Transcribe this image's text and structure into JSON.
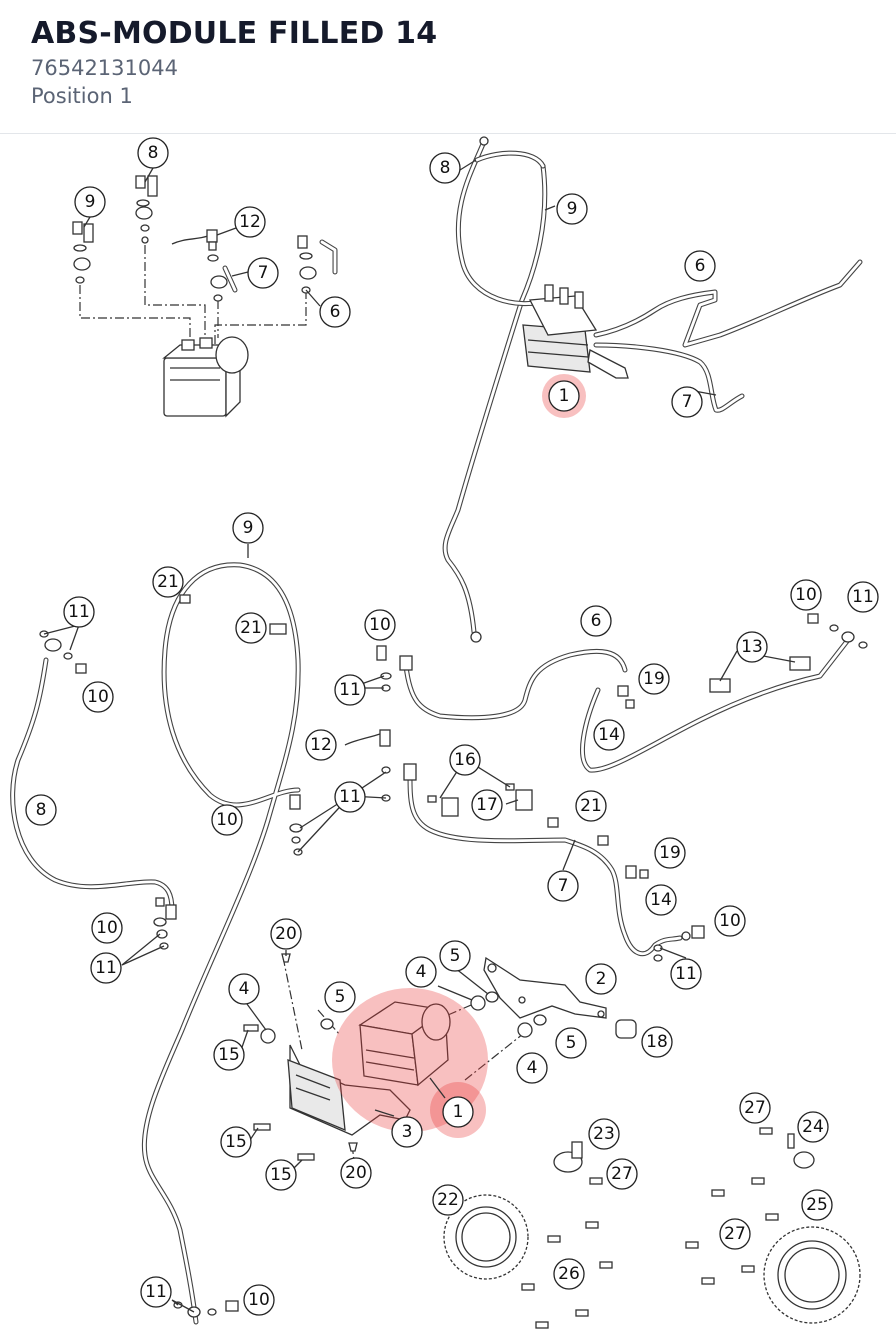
{
  "header": {
    "title": "ABS-MODULE FILLED 14",
    "part_number": "76542131044",
    "position": "Position 1"
  },
  "colors": {
    "highlight": "#e83c3c",
    "title": "#151a2b",
    "subtitle": "#5b6475",
    "line": "#333333"
  },
  "callouts": {
    "c01": "8",
    "c02": "9",
    "c03": "12",
    "c04": "7",
    "c05": "6",
    "c06": "8",
    "c07": "9",
    "c08": "6",
    "c09": "1",
    "c10": "7",
    "c11": "9",
    "c12": "21",
    "c13": "21",
    "c14": "11",
    "c15": "10",
    "c16": "10",
    "c17": "11",
    "c18": "6",
    "c19": "10",
    "c20": "11",
    "c21": "13",
    "c22": "19",
    "c23": "14",
    "c24": "12",
    "c25": "16",
    "c26": "11",
    "c27": "17",
    "c28": "8",
    "c29": "10",
    "c30": "21",
    "c31": "19",
    "c32": "7",
    "c33": "14",
    "c34": "10",
    "c35": "10",
    "c36": "11",
    "c37": "11",
    "c38": "20",
    "c39": "4",
    "c40": "5",
    "c41": "2",
    "c42": "4",
    "c43": "5",
    "c44": "15",
    "c45": "5",
    "c46": "18",
    "c47": "4",
    "c48": "1",
    "c49": "3",
    "c50": "15",
    "c51": "15",
    "c52": "20",
    "c53": "23",
    "c54": "27",
    "c55": "24",
    "c56": "27",
    "c57": "22",
    "c58": "25",
    "c59": "27",
    "c60": "26",
    "c61": "11",
    "c62": "10"
  }
}
